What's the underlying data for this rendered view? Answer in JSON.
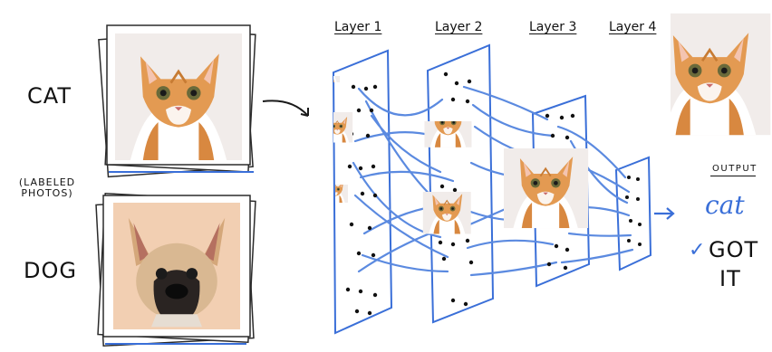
{
  "labels": {
    "cat": "CAT",
    "labeled_1": "(LABELED",
    "labeled_2": "PHOTOS)",
    "dog": "DOG"
  },
  "layers": [
    "Layer 1",
    "Layer 2",
    "Layer 3",
    "Layer 4"
  ],
  "output": {
    "heading": "OUTPUT",
    "answer": "cat",
    "check": "✓",
    "got": "GOT",
    "it": "IT"
  },
  "colors": {
    "accent_blue": "#3a6fd8",
    "cat_fur": "#e0944a",
    "dog_fur": "#d9b892"
  },
  "icons": [
    "arrow-icon",
    "checkmark-icon"
  ]
}
